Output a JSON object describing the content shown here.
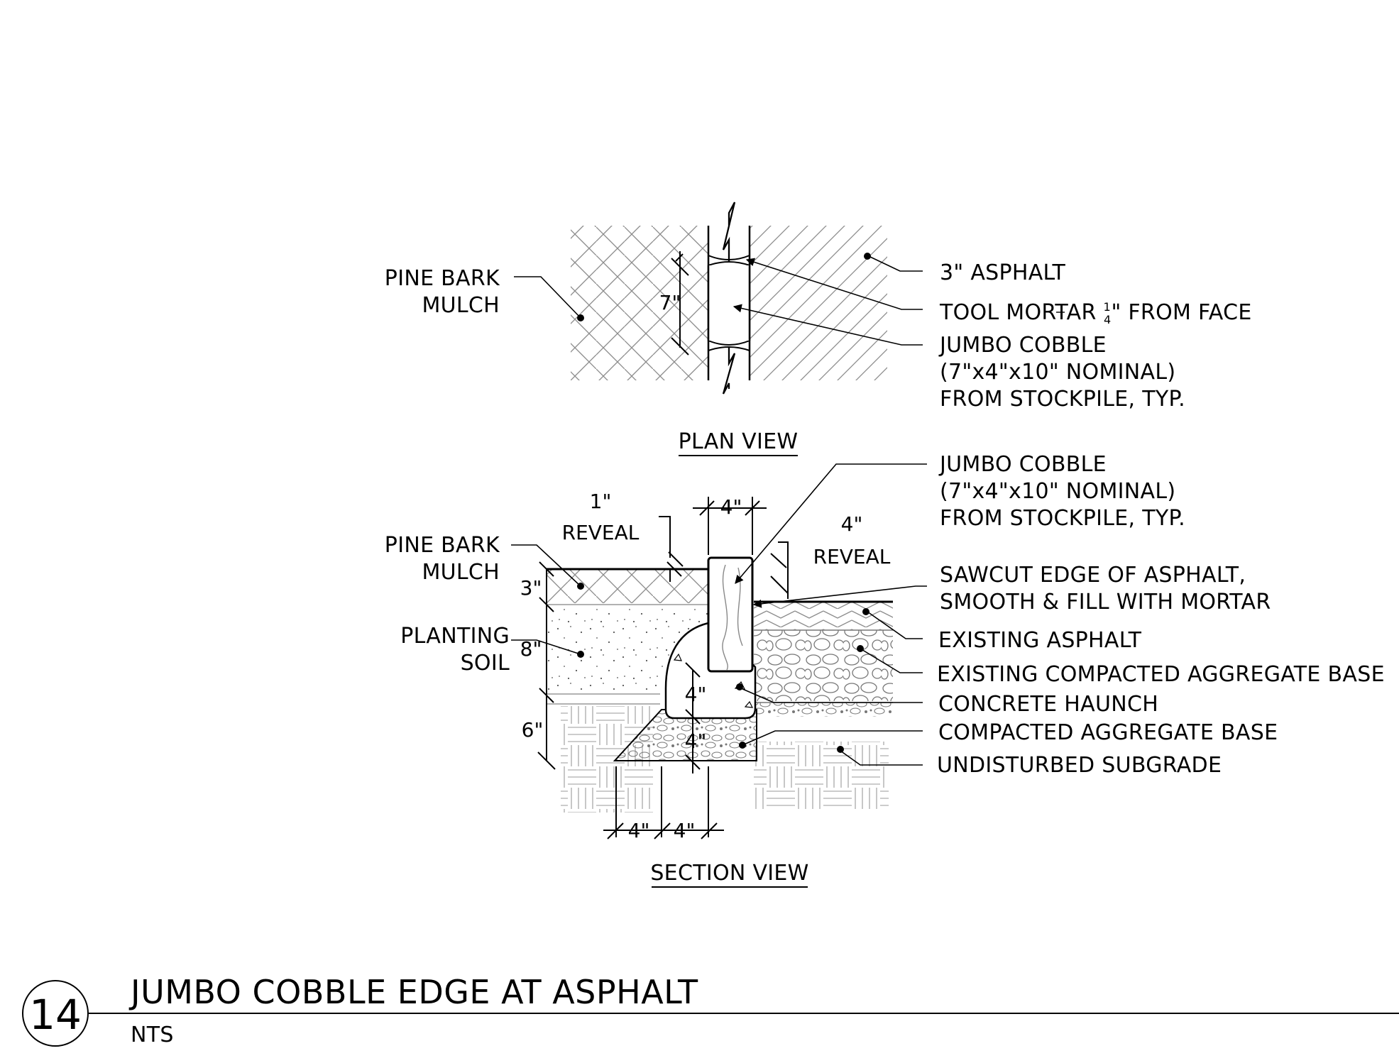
{
  "plan_view": {
    "title": "PLAN VIEW",
    "label_mulch_line1": "PINE BARK",
    "label_mulch_line2": "MULCH",
    "label_asphalt": "3\" ASPHALT",
    "label_mortar_pre": "TOOL MORTAR ",
    "label_mortar_num": "1",
    "label_mortar_den": "4",
    "label_mortar_post": "\" FROM FACE",
    "label_cobble_line1": "JUMBO COBBLE",
    "label_cobble_line2": "(7\"x4\"x10\" NOMINAL)",
    "label_cobble_line3": "FROM STOCKPILE, TYP.",
    "dim_cobble_width": "7\""
  },
  "section_view": {
    "title": "SECTION VIEW",
    "label_cobble_line1": "JUMBO COBBLE",
    "label_cobble_line2": "(7\"x4\"x10\" NOMINAL)",
    "label_cobble_line3": "FROM STOCKPILE, TYP.",
    "label_sawcut_line1": "SAWCUT EDGE OF ASPHALT,",
    "label_sawcut_line2": "SMOOTH & FILL WITH MORTAR",
    "label_existing_asphalt": "EXISTING ASPHALT",
    "label_existing_base": "EXISTING COMPACTED AGGREGATE BASE",
    "label_haunch": "CONCRETE HAUNCH",
    "label_agg_base": "COMPACTED AGGREGATE BASE",
    "label_subgrade": "UNDISTURBED SUBGRADE",
    "label_mulch_line1": "PINE BARK",
    "label_mulch_line2": "MULCH",
    "label_soil_line1": "PLANTING",
    "label_soil_line2": "SOIL",
    "dim_reveal_left_value": "1\"",
    "dim_reveal_left_text": "REVEAL",
    "dim_reveal_right_value": "4\"",
    "dim_reveal_right_text": "REVEAL",
    "dim_top_width": "4\"",
    "dim_mulch_depth": "3\"",
    "dim_soil_depth": "8\"",
    "dim_base_depth": "6\"",
    "dim_haunch_depth": "4\"",
    "dim_base_under_haunch": "4\"",
    "dim_bottom_left": "4\"",
    "dim_bottom_right": "4\""
  },
  "title_block": {
    "detail_number": "14",
    "title": "JUMBO COBBLE EDGE AT ASPHALT",
    "scale": "NTS"
  }
}
